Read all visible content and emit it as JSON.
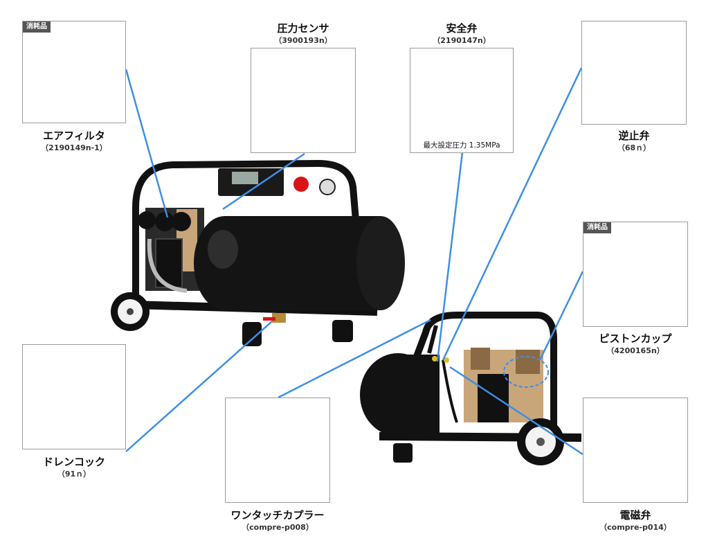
{
  "colors": {
    "line": "#3d8ee6",
    "box_border": "#9a9a9a",
    "badge": "#555555",
    "dashed": "#3d8ee6"
  },
  "parts": {
    "air_filter": {
      "name": "エアフィルタ",
      "code": "（2190149n-1）",
      "badge": "消耗品"
    },
    "pressure": {
      "name": "圧力センサ",
      "code": "（3900193n）"
    },
    "safety_valve": {
      "name": "安全弁",
      "code": "（2190147n）",
      "note": "最大設定圧力 1.35MPa"
    },
    "check_valve": {
      "name": "逆止弁",
      "code": "（68ｎ）"
    },
    "piston_cup": {
      "name": "ピストンカップ",
      "code": "（4200165n）",
      "badge": "消耗品"
    },
    "drain_cock": {
      "name": "ドレンコック",
      "code": "（91ｎ）"
    },
    "coupler": {
      "name": "ワンタッチカプラー",
      "code": "（compre-p008）"
    },
    "solenoid": {
      "name": "電磁弁",
      "code": "（compre-p014）"
    }
  }
}
